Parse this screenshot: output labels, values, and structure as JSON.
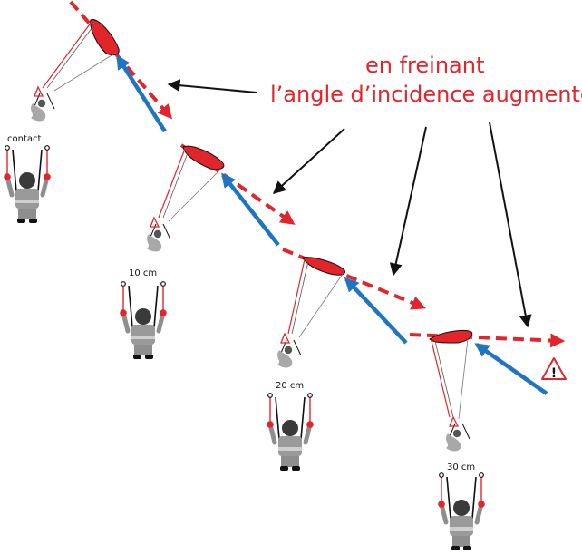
{
  "headline": {
    "line1": "en freinant",
    "line2": "l’angle d’incidence augmente"
  },
  "brake_labels": [
    "contact",
    "10 cm",
    "20 cm",
    "30 cm"
  ],
  "warning_glyph": "!",
  "colors": {
    "wing_red": "#e3242b",
    "airflow_blue": "#1f74c3",
    "text_red": "#e3242b",
    "pilot_gray": "#8e8e8e",
    "line_black": "#111111"
  },
  "icons": [
    "paraglider-wing",
    "relative-wind-arrow",
    "trajectory-arrow",
    "pilot-figure",
    "brake-handle",
    "warning-triangle"
  ]
}
